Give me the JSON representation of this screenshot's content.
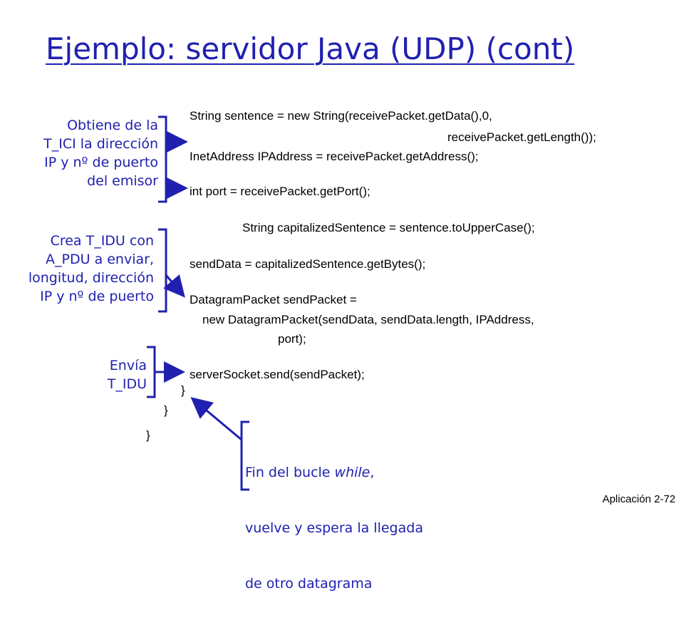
{
  "slide": {
    "title": "Ejemplo: servidor Java (UDP) (cont)",
    "footer": "Aplicación 2-72"
  },
  "annotations": {
    "obtiene": "Obtiene de la\nT_ICI la dirección\nIP y nº de puerto\ndel emisor",
    "crea": "Crea T_IDU con\nA_PDU a enviar,\nlongitud, dirección\nIP y nº de puerto",
    "envia": "Envía\nT_IDU",
    "fin_prefix": "Fin del bucle ",
    "fin_italic": "while",
    "fin_suffix": ",",
    "fin_line2": "vuelve y espera la llegada",
    "fin_line3": "de otro datagrama"
  },
  "code": {
    "l1": "String sentence = new String(receivePacket.getData(),0,",
    "l2": "receivePacket.getLength());",
    "l3": "InetAddress IPAddress = receivePacket.getAddress();",
    "l4": "int port = receivePacket.getPort();",
    "l5": "String capitalizedSentence = sentence.toUpperCase();",
    "l6": "sendData = capitalizedSentence.getBytes();",
    "l7": "DatagramPacket sendPacket =",
    "l8": "new DatagramPacket(sendData, sendData.length, IPAddress,",
    "l9": "port);",
    "l10": "serverSocket.send(sendPacket);",
    "b1": "}",
    "b2": "}",
    "b3": "}"
  },
  "colors": {
    "accent": "#2020b0",
    "text": "#000000"
  }
}
